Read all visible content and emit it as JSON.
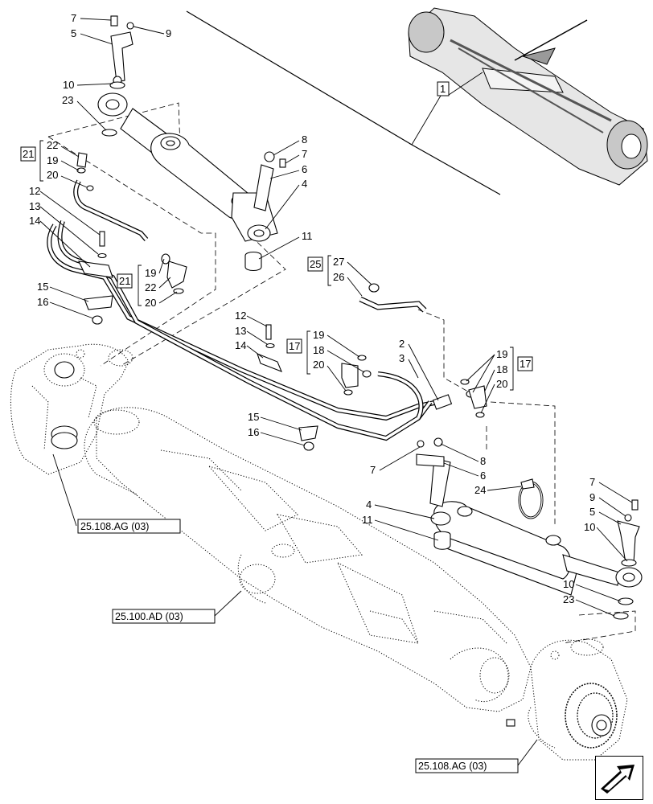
{
  "main_assembly_callout": "1",
  "group_labels": {
    "g21": "21",
    "g25": "25",
    "g17": "17"
  },
  "callouts": {
    "tl_7": "7",
    "tl_5": "5",
    "tl_9": "9",
    "tl_10": "10",
    "tl_23": "23",
    "tl_22": "22",
    "tl_19": "19",
    "tl_20": "20",
    "tr_8": "8",
    "tr_7": "7",
    "tr_6": "6",
    "tr_4": "4",
    "tr_11": "11",
    "hose_12": "12",
    "hose_13": "13",
    "hose_14": "14",
    "m21_19": "19",
    "m21_22": "22",
    "m21_20": "20",
    "l_15": "15",
    "l_16": "16",
    "c_12": "12",
    "c_13": "13",
    "c_14": "14",
    "m17_19": "19",
    "m17_18": "18",
    "m17_20": "20",
    "g25_27": "27",
    "g25_26": "26",
    "h_2": "2",
    "h_3": "3",
    "r17_19": "19",
    "r17_18": "18",
    "r17_20": "20",
    "c_15": "15",
    "c_16": "16",
    "rc_7": "7",
    "rc_8": "8",
    "rc_6": "6",
    "rc_24": "24",
    "rc_4": "4",
    "rc_11": "11",
    "re_7": "7",
    "re_9": "9",
    "re_5": "5",
    "re_10a": "10",
    "re_10b": "10",
    "re_23": "23"
  },
  "references": {
    "left_hub": "25.108.AG (03)",
    "axle_housing": "25.100.AD (03)",
    "right_hub": "25.108.AG (03)"
  },
  "navigation": {
    "icon": "next-page-arrow-icon"
  }
}
